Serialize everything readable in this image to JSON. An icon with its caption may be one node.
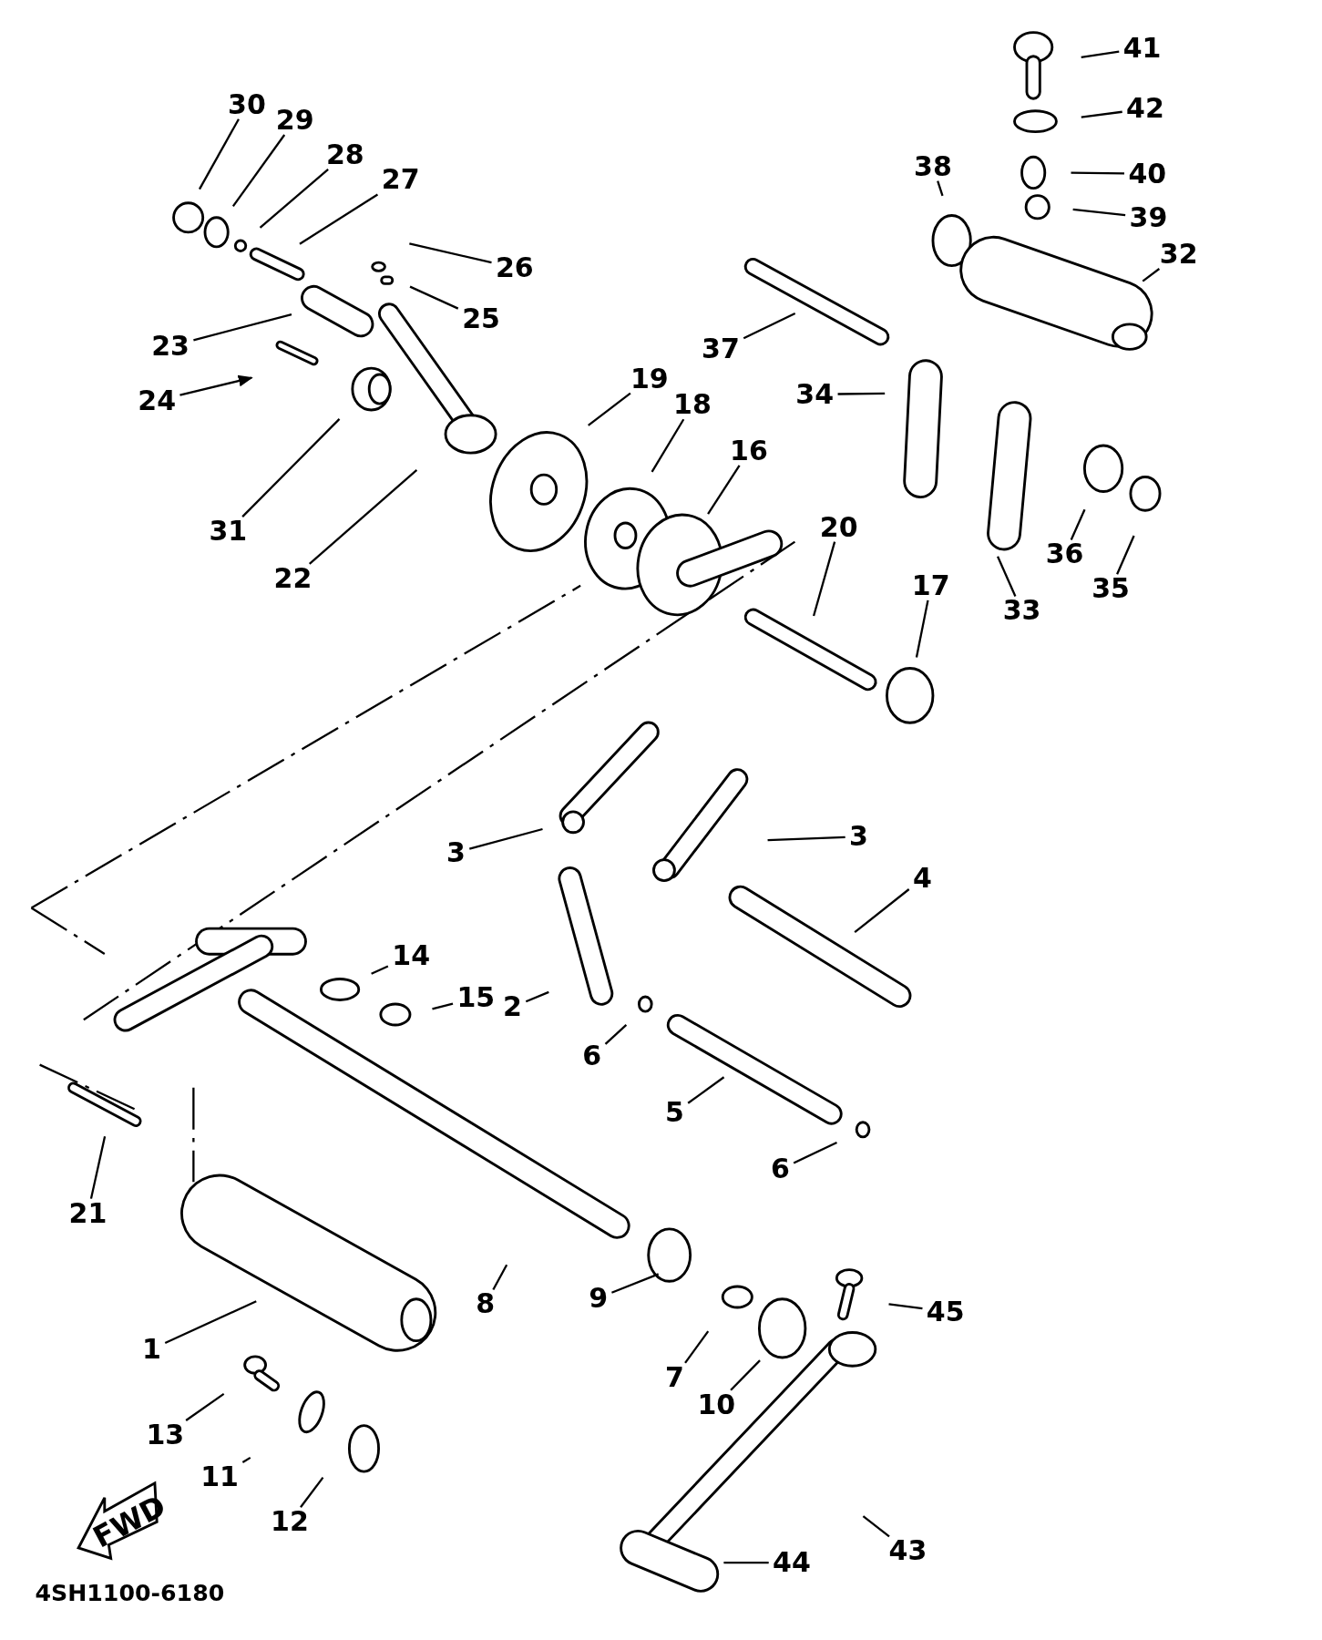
{
  "diagram": {
    "nodes": [
      {
        "text": [
          "30"
        ]
      },
      {
        "text": [
          "29"
        ]
      },
      {
        "text": [
          "28"
        ]
      },
      {
        "text": [
          "27"
        ]
      },
      {
        "text": [
          "26"
        ]
      },
      {
        "text": [
          "25"
        ]
      },
      {
        "text": [
          "41"
        ]
      },
      {
        "text": [
          "42"
        ]
      },
      {
        "text": [
          "38"
        ]
      },
      {
        "text": [
          "40"
        ]
      },
      {
        "text": [
          "39"
        ]
      },
      {
        "text": [
          "32"
        ]
      },
      {
        "text": [
          "23"
        ]
      },
      {
        "text": [
          "37"
        ]
      },
      {
        "text": [
          "24"
        ]
      },
      {
        "text": [
          "19"
        ]
      },
      {
        "text": [
          "34"
        ]
      },
      {
        "text": [
          "18"
        ]
      },
      {
        "text": [
          "16"
        ]
      },
      {
        "text": [
          "31"
        ]
      },
      {
        "text": [
          "20"
        ]
      },
      {
        "text": [
          "22"
        ]
      },
      {
        "text": [
          "36"
        ]
      },
      {
        "text": [
          "17"
        ]
      },
      {
        "text": [
          "35"
        ]
      },
      {
        "text": [
          "33"
        ]
      },
      {
        "text": [
          "3"
        ]
      },
      {
        "text": [
          "3"
        ]
      },
      {
        "text": [
          "4"
        ]
      },
      {
        "text": [
          "14"
        ]
      },
      {
        "text": [
          "15"
        ]
      },
      {
        "text": [
          "2"
        ]
      },
      {
        "text": [
          "6"
        ]
      },
      {
        "text": [
          "5"
        ]
      },
      {
        "text": [
          "6"
        ]
      },
      {
        "text": [
          "21"
        ]
      },
      {
        "text": [
          "8"
        ]
      },
      {
        "text": [
          "9"
        ]
      },
      {
        "text": [
          "45"
        ]
      },
      {
        "text": [
          "1"
        ]
      },
      {
        "text": [
          "7"
        ]
      },
      {
        "text": [
          "10"
        ]
      },
      {
        "text": [
          "13"
        ]
      },
      {
        "text": [
          "11"
        ]
      },
      {
        "text": [
          "12"
        ]
      },
      {
        "text": [
          "43"
        ]
      },
      {
        "text": [
          "44"
        ]
      }
    ],
    "edges": [
      {
        "from": 0,
        "to": null,
        "arrow": "none"
      },
      {
        "from": 1,
        "to": null,
        "arrow": "none"
      },
      {
        "from": 2,
        "to": null,
        "arrow": "none"
      },
      {
        "from": 3,
        "to": null,
        "arrow": "none"
      },
      {
        "from": 4,
        "to": null,
        "arrow": "none"
      },
      {
        "from": 5,
        "to": null,
        "arrow": "none"
      },
      {
        "from": 6,
        "to": null,
        "arrow": "none"
      },
      {
        "from": 7,
        "to": null,
        "arrow": "none"
      },
      {
        "from": 8,
        "to": null,
        "arrow": "none"
      },
      {
        "from": 9,
        "to": null,
        "arrow": "none"
      },
      {
        "from": 10,
        "to": null,
        "arrow": "none"
      },
      {
        "from": 11,
        "to": null,
        "arrow": "none"
      },
      {
        "from": 12,
        "to": null,
        "arrow": "none"
      },
      {
        "from": 13,
        "to": null,
        "arrow": "none"
      },
      {
        "from": 14,
        "to": null,
        "arrow": "to"
      },
      {
        "from": 15,
        "to": null,
        "arrow": "none"
      },
      {
        "from": 16,
        "to": null,
        "arrow": "none"
      },
      {
        "from": 17,
        "to": null,
        "arrow": "none"
      },
      {
        "from": 18,
        "to": null,
        "arrow": "none"
      },
      {
        "from": 19,
        "to": null,
        "arrow": "none"
      },
      {
        "from": 20,
        "to": null,
        "arrow": "none"
      },
      {
        "from": 21,
        "to": null,
        "arrow": "none"
      },
      {
        "from": 22,
        "to": null,
        "arrow": "none"
      },
      {
        "from": 23,
        "to": null,
        "arrow": "none"
      },
      {
        "from": 24,
        "to": null,
        "arrow": "none"
      },
      {
        "from": 25,
        "to": null,
        "arrow": "none"
      },
      {
        "from": 26,
        "to": null,
        "arrow": "none"
      },
      {
        "from": 27,
        "to": null,
        "arrow": "none"
      },
      {
        "from": 28,
        "to": null,
        "arrow": "none"
      },
      {
        "from": 29,
        "to": null,
        "arrow": "none"
      },
      {
        "from": 30,
        "to": null,
        "arrow": "none"
      },
      {
        "from": 31,
        "to": null,
        "arrow": "none"
      },
      {
        "from": 32,
        "to": null,
        "arrow": "none"
      },
      {
        "from": 33,
        "to": null,
        "arrow": "none"
      },
      {
        "from": 34,
        "to": null,
        "arrow": "none"
      },
      {
        "from": 35,
        "to": null,
        "arrow": "none"
      },
      {
        "from": 36,
        "to": null,
        "arrow": "none"
      },
      {
        "from": 37,
        "to": null,
        "arrow": "none"
      },
      {
        "from": 38,
        "to": null,
        "arrow": "none"
      },
      {
        "from": 39,
        "to": null,
        "arrow": "none"
      },
      {
        "from": 40,
        "to": null,
        "arrow": "none"
      },
      {
        "from": 41,
        "to": null,
        "arrow": "none"
      },
      {
        "from": 42,
        "to": null,
        "arrow": "none"
      },
      {
        "from": 43,
        "to": null,
        "arrow": "none"
      },
      {
        "from": 44,
        "to": null,
        "arrow": "none"
      },
      {
        "from": 45,
        "to": null,
        "arrow": "none"
      },
      {
        "from": 46,
        "to": null,
        "arrow": "none"
      }
    ],
    "labels": [
      "FWD",
      "4SH1100-6180"
    ]
  }
}
